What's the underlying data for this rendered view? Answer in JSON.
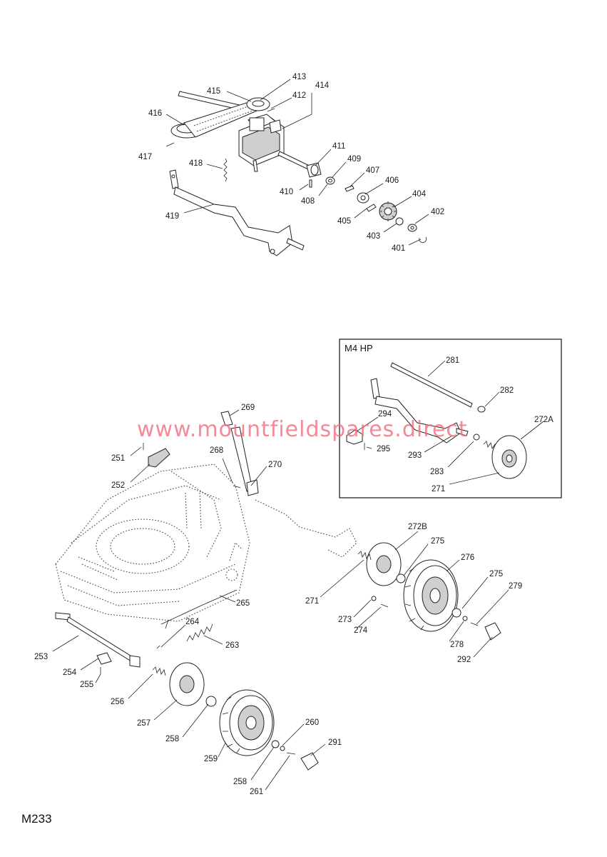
{
  "diagram_id": "M233",
  "watermark": "www.mountfieldspares.direct",
  "inset": {
    "title": "M4 HP"
  },
  "part_labels": [
    "413",
    "415",
    "414",
    "412",
    "416",
    "411",
    "417",
    "418",
    "409",
    "407",
    "410",
    "406",
    "408",
    "404",
    "402",
    "405",
    "403",
    "401",
    "419",
    "281",
    "282",
    "294",
    "272A",
    "295",
    "293",
    "283",
    "271",
    "269",
    "251",
    "268",
    "270",
    "252",
    "272B",
    "275",
    "276",
    "271",
    "275",
    "279",
    "265",
    "273",
    "274",
    "264",
    "278",
    "292",
    "263",
    "253",
    "254",
    "255",
    "256",
    "257",
    "258",
    "260",
    "291",
    "259",
    "258",
    "261"
  ],
  "icons": {
    "transmission": "gearbox-icon",
    "wheel": "wheel-icon",
    "hubcap": "hubcap-icon",
    "spring": "spring-icon",
    "deck": "mower-deck-icon"
  }
}
